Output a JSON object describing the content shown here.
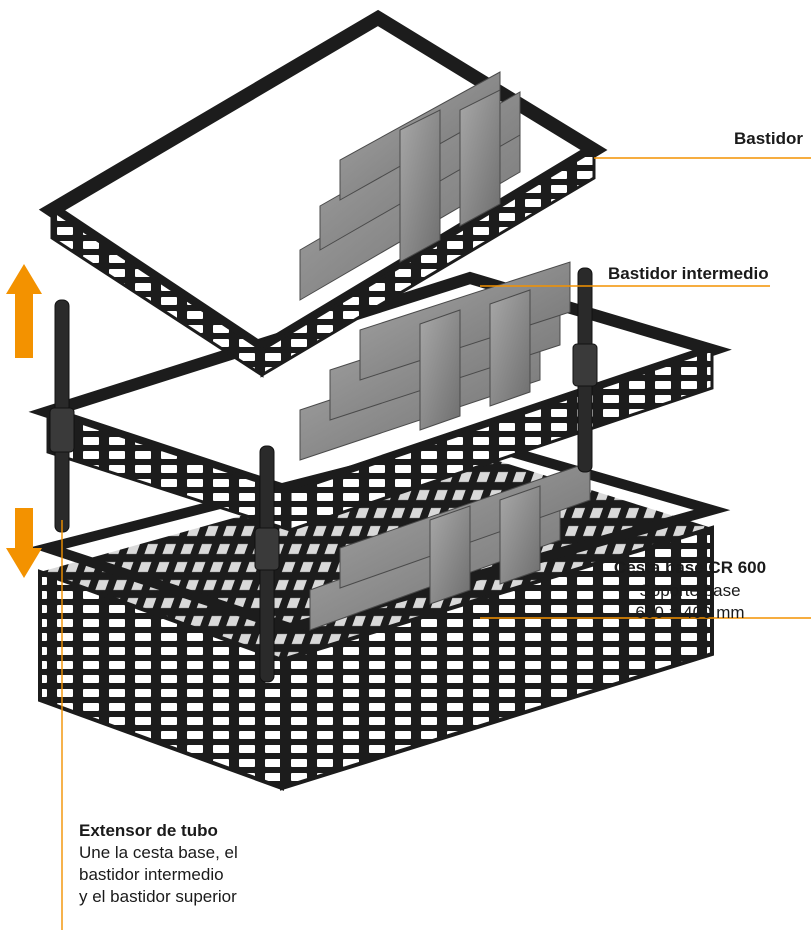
{
  "labels": {
    "top_frame": "Bastidor",
    "intermediate_frame": "Bastidor intermedio",
    "base_basket": {
      "title": "Cesta base CR 600",
      "line1": "Soporte base",
      "line2": "600 × 400 mm"
    },
    "tube_extender": {
      "title": "Extensor de tubo",
      "line1": "Une la cesta base, el",
      "line2": "bastidor intermedio",
      "line3": "y el bastidor superior"
    }
  },
  "colors": {
    "accent": "#f39200",
    "rack": "#1c1c1c",
    "divider": "#8a8a8a"
  },
  "icons": [
    "arrow-up-icon",
    "arrow-down-icon"
  ]
}
